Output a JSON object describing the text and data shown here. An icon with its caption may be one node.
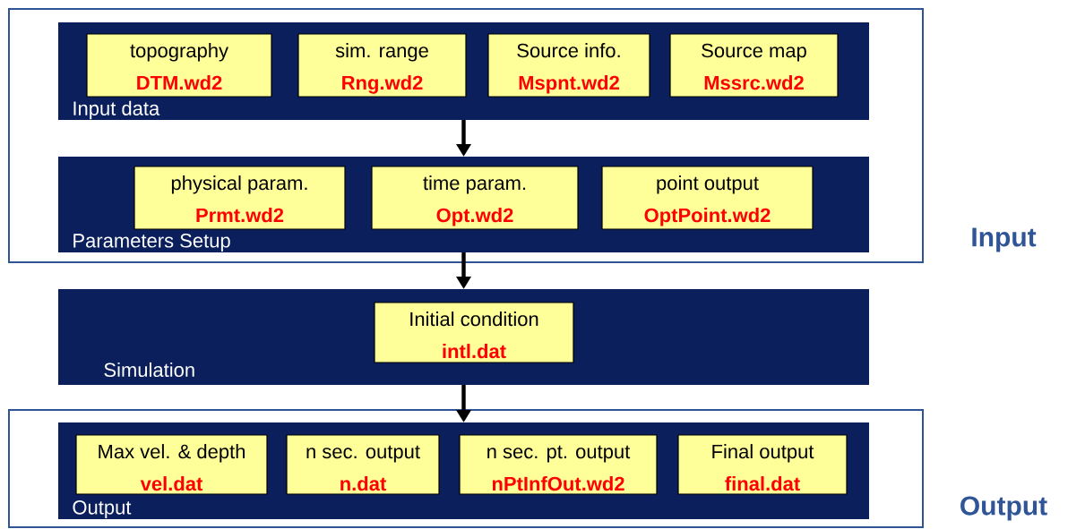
{
  "diagram": {
    "nodes": [
      {
        "text": [
          "Input"
        ]
      },
      {
        "text": [
          "Input data"
        ],
        "in": 0
      },
      {
        "text": [
          "topography",
          "DTM.wd2"
        ],
        "in": 1
      },
      {
        "text": [
          "sim. range",
          "Rng.wd2"
        ],
        "in": 1
      },
      {
        "text": [
          "Source info.",
          "Mspnt.wd2"
        ],
        "in": 1
      },
      {
        "text": [
          "Source map",
          "Mssrc.wd2"
        ],
        "in": 1
      },
      {
        "text": [
          "Parameters Setup"
        ],
        "in": 0
      },
      {
        "text": [
          "physical param.",
          "Prmt.wd2"
        ],
        "in": 6
      },
      {
        "text": [
          "time param.",
          "Opt.wd2"
        ],
        "in": 6
      },
      {
        "text": [
          "point output",
          "OptPoint.wd2"
        ],
        "in": 6
      },
      {
        "text": [
          "Simulation"
        ]
      },
      {
        "text": [
          "Initial condition",
          "intl.dat"
        ],
        "in": 10
      },
      {
        "text": [
          "Output"
        ]
      },
      {
        "text": [
          "Output"
        ],
        "in": 12
      },
      {
        "text": [
          "Max vel. & depth",
          "vel.dat"
        ],
        "in": 13
      },
      {
        "text": [
          "n sec. output",
          "n.dat"
        ],
        "in": 13
      },
      {
        "text": [
          "n sec. pt. output",
          "nPtInfOut.wd2"
        ],
        "in": 13
      },
      {
        "text": [
          "Final output",
          "final.dat"
        ],
        "in": 13
      }
    ],
    "edges": [
      {
        "from": 1,
        "to": 6,
        "arrow": "to"
      },
      {
        "from": 6,
        "to": 10,
        "arrow": "to"
      },
      {
        "from": 10,
        "to": 13,
        "arrow": "to"
      }
    ]
  }
}
